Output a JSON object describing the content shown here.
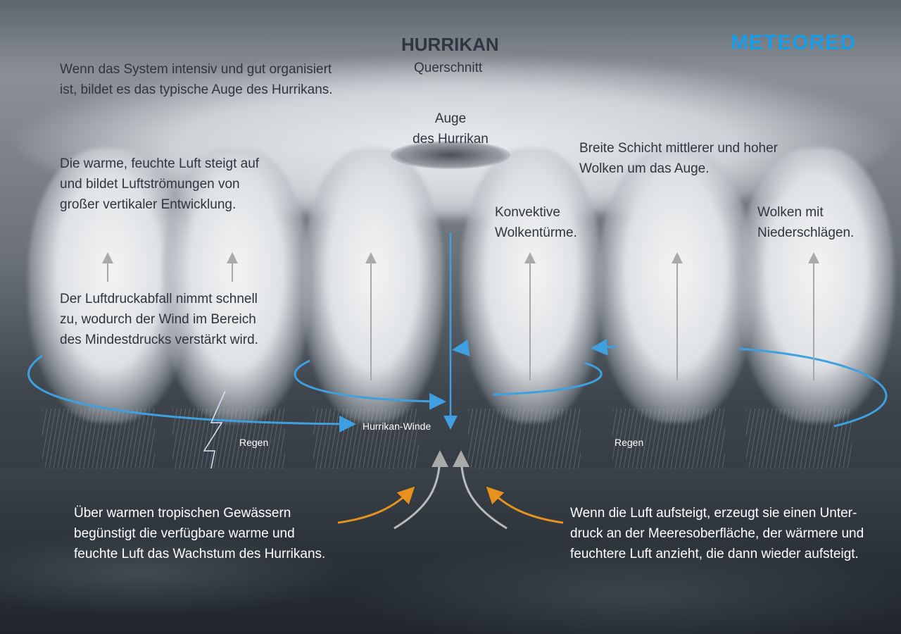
{
  "title": "HURRIKAN",
  "subtitle": "Querschnitt",
  "logo": "METEORED",
  "eye_label": [
    "Auge",
    "des Hurrikan"
  ],
  "texts": {
    "eye_formation": [
      "Wenn das System intensiv und gut organisiert",
      "ist, bildet es das typische Auge des Hurrikans."
    ],
    "warm_air": [
      "Die warme, feuchte Luft steigt auf",
      "und bildet Luftströmungen von",
      "großer vertikaler Entwicklung."
    ],
    "pressure": [
      "Der Luftdruckabfall nimmt schnell",
      "zu, wodurch der Wind im Bereich",
      "des Mindestdrucks verstärkt wird."
    ],
    "layer": [
      "Breite Schicht mittlerer und hoher",
      "Wolken um das Auge."
    ],
    "convective": [
      "Konvektive",
      "Wolkentürme."
    ],
    "precip": [
      "Wolken mit",
      "Niederschlägen."
    ],
    "tropical": [
      "Über warmen tropischen Gewässern",
      "begünstigt die verfügbare warme und",
      "feuchte Luft das Wachstum des Hurrikans."
    ],
    "low_pressure": [
      "Wenn die Luft aufsteigt, erzeugt sie einen Unter-",
      "druck an der Meeresoberfläche, der wärmere und",
      "feuchtere Luft anzieht, die dann wieder aufsteigt."
    ]
  },
  "labels": {
    "winds": "Hurrikan-Winde",
    "rain_left": "Regen",
    "rain_right": "Regen"
  },
  "colors": {
    "wind": "#3fa0e0",
    "warm": "#e8921e",
    "logo": "#1a9be6"
  }
}
